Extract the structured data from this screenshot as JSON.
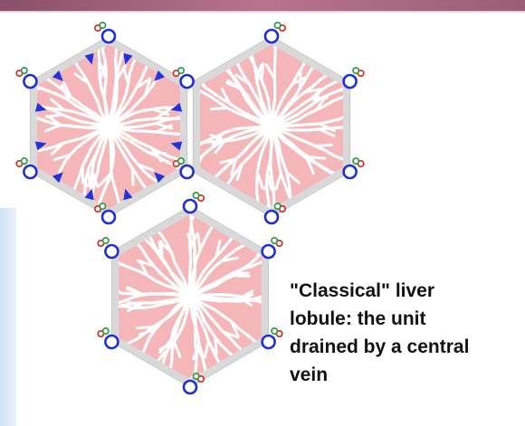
{
  "caption": {
    "lines": [
      "\"Classical\" liver",
      "lobule: the unit",
      "drained by a central",
      "vein"
    ]
  },
  "diagram": {
    "lobules": [
      {
        "name": "lobule-top-left",
        "has_flow_arrows": true
      },
      {
        "name": "lobule-top-right",
        "has_flow_arrows": false
      },
      {
        "name": "lobule-bottom",
        "has_flow_arrows": false
      }
    ],
    "markers": {
      "portal_vein": "blue open circle",
      "hepatic_artery": "red open circle",
      "bile_duct": "green open circle",
      "flow_arrow": "blue triangle"
    },
    "colors": {
      "parenchyma": "#f4b6b8",
      "sinusoid": "#ffffff",
      "septum": "#d9d9d9",
      "portal_vein": "#1f2fd6",
      "hepatic_artery": "#e02020",
      "bile_duct": "#1f9a3a",
      "arrow": "#2233dd"
    }
  }
}
